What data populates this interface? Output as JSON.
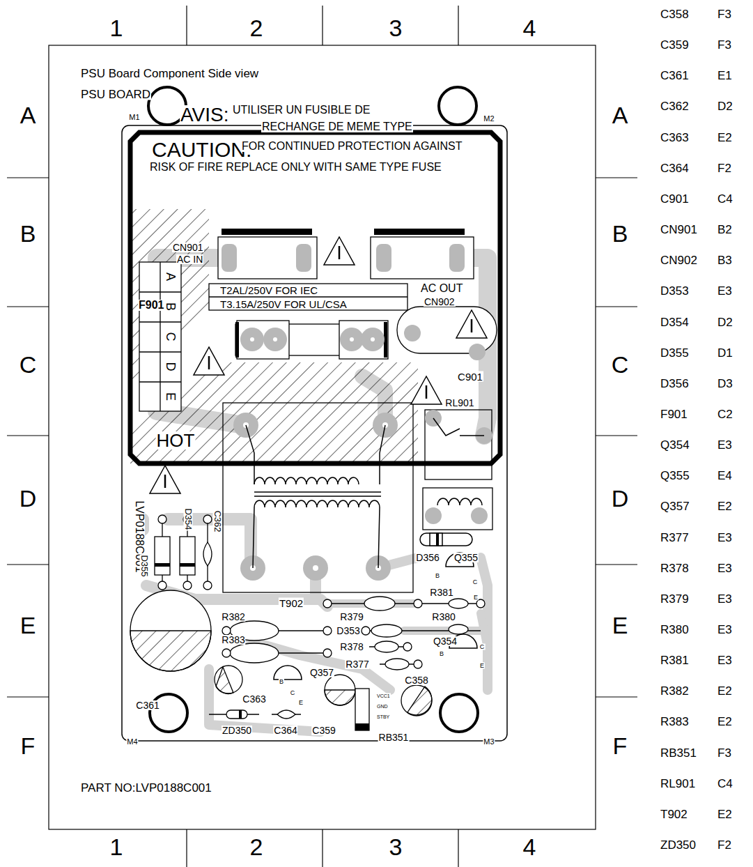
{
  "diagram": {
    "labels": [
      "1",
      "2",
      "3",
      "4",
      "A",
      "B",
      "C",
      "D",
      "E",
      "F",
      "A",
      "B",
      "C",
      "D",
      "E",
      "F",
      "1",
      "2",
      "3",
      "4",
      "C358",
      "F3",
      "C359",
      "F3",
      "C361",
      "E1",
      "C362",
      "D2",
      "C363",
      "E2",
      "C364",
      "F2",
      "C901",
      "C4",
      "CN901",
      "B2",
      "CN902",
      "B3",
      "D353",
      "E3",
      "D354",
      "D2",
      "D355",
      "D1",
      "D356",
      "D3",
      "F901",
      "C2",
      "Q354",
      "E3",
      "Q355",
      "E4",
      "Q357",
      "E2",
      "R377",
      "E3",
      "R378",
      "E3",
      "R379",
      "E3",
      "R380",
      "E3",
      "R381",
      "E3",
      "R382",
      "E2",
      "R383",
      "E2",
      "RB351",
      "F3",
      "RL901",
      "C4",
      "T902",
      "E2",
      "ZD350",
      "F2",
      "PSU Board Component Side view",
      "PSU BOARD",
      "M1",
      "AVIS:",
      "UTILISER UN FUSIBLE DE",
      "RECHANGE DE MEME TYPE",
      "M2",
      "CAUTION:",
      "FOR CONTINUED PROTECTION AGAINST",
      "RISK OF FIRE REPLACE ONLY WITH SAME TYPE FUSE",
      "CN901",
      "AC IN",
      "T2AL/250V FOR IEC",
      "T3.15A/250V FOR UL/CSA",
      "AC OUT",
      "CN902",
      "F901",
      "A",
      "B",
      "C",
      "D",
      "E",
      "C901",
      "RL901",
      "HOT",
      "LVP0188C001",
      "D354",
      "C362",
      "D355",
      "D356",
      "Q355",
      "B",
      "C",
      "E",
      "R381",
      "T902",
      "R382",
      "R379",
      "R380",
      "D353",
      "Q354",
      "R383",
      "R378",
      "B",
      "C",
      "E",
      "R377",
      "Q357",
      "B",
      "C",
      "E",
      "C358",
      "C361",
      "C363",
      "VCC1",
      "GND",
      "STBY",
      "M4",
      "ZD350",
      "C364",
      "C359",
      "RB351",
      "M3",
      "PART NO:LVP0188C001"
    ]
  }
}
